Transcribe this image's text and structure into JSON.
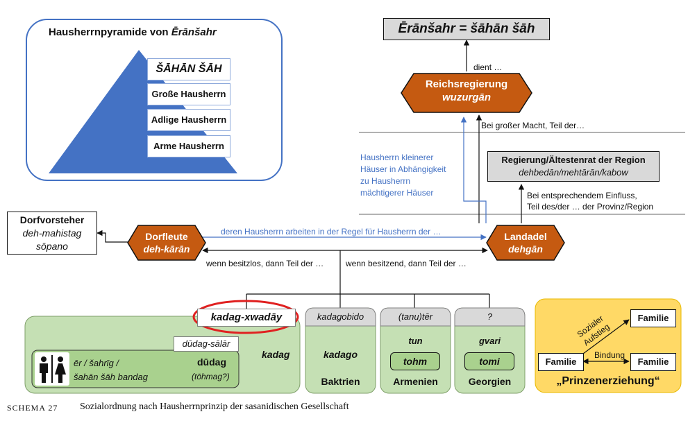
{
  "pyramid": {
    "title_prefix": "Hausherrnpyramide von ",
    "title_name": "Ērānšahr",
    "levels": [
      "ŠĀHĀN ŠĀH",
      "Große Hausherrn",
      "Adlige Hausherrn",
      "Arme Hausherrn"
    ]
  },
  "top": {
    "title": "Ērānšahr = šāhān šāh",
    "dient": "dient …"
  },
  "reichsregierung": {
    "name": "Reichsregierung",
    "term": "wuzurgān"
  },
  "grosse_macht_label": "Bei großer Macht, Teil der…",
  "abhaengigkeit_lines": [
    "Hausherrn kleinerer",
    "Häuser in Abhängigkeit",
    "zu Hausherrn",
    "mächtigerer Häuser"
  ],
  "regierung_region": {
    "name": "Regierung/Ältestenrat der Region",
    "terms": "dehbedān/mehtārān/kabow"
  },
  "einfluss_lines": [
    "Bei entsprechendem Einfluss,",
    "Teil des/der … der Provinz/Region"
  ],
  "dorfvorsteher": {
    "name": "Dorfvorsteher",
    "line2": "deh-mahistag",
    "line3": "sōpano"
  },
  "dorfleute": {
    "name": "Dorfleute",
    "term": "deh-kārān"
  },
  "landadel": {
    "name": "Landadel",
    "term": "dehgān"
  },
  "arbeiten_label": "deren Hausherrn arbeiten in der Regel für Hausherrn der …",
  "besitzlos_label": "wenn besitzlos, dann Teil der …",
  "besitzend_label": "wenn besitzend, dann Teil der …",
  "kadag_section": {
    "header": "kadag-xwadāy",
    "dudag_salar": "dūdag-sālār",
    "people_line1": "ēr / šahrīg /",
    "people_line2": "šahān šāh bandag",
    "dudag": "dūdag",
    "tohmag": "(tōhmag?)",
    "kadag": "kadag"
  },
  "columns": [
    {
      "header": "kadagobido",
      "term": "kadago",
      "inner": "",
      "region": "Baktrien"
    },
    {
      "header": "(tanu)tēr",
      "term": "tun",
      "inner": "tohm",
      "region": "Armenien"
    },
    {
      "header": "?",
      "term": "gvari",
      "inner": "tomi",
      "region": "Georgien"
    }
  ],
  "prinzen": {
    "familie_top": "Familie",
    "familie_left": "Familie",
    "familie_right": "Familie",
    "sozialer": "Sozialer",
    "aufstieg": "Aufstieg",
    "bindung": "Bindung",
    "title": "„Prinzenerziehung“"
  },
  "caption": {
    "label": "SCHEMA 27",
    "text": "Sozialordnung nach Hausherrnprinzip der sasanidischen Gesellschaft"
  },
  "colors": {
    "orange": "#C55A11",
    "green_light": "#C5E0B4",
    "green_mid": "#A9D18E",
    "yellow": "#FFD966",
    "blue_arrow": "#4472C4",
    "grey_box": "#D9D9D9",
    "red_circle": "#E02020"
  }
}
